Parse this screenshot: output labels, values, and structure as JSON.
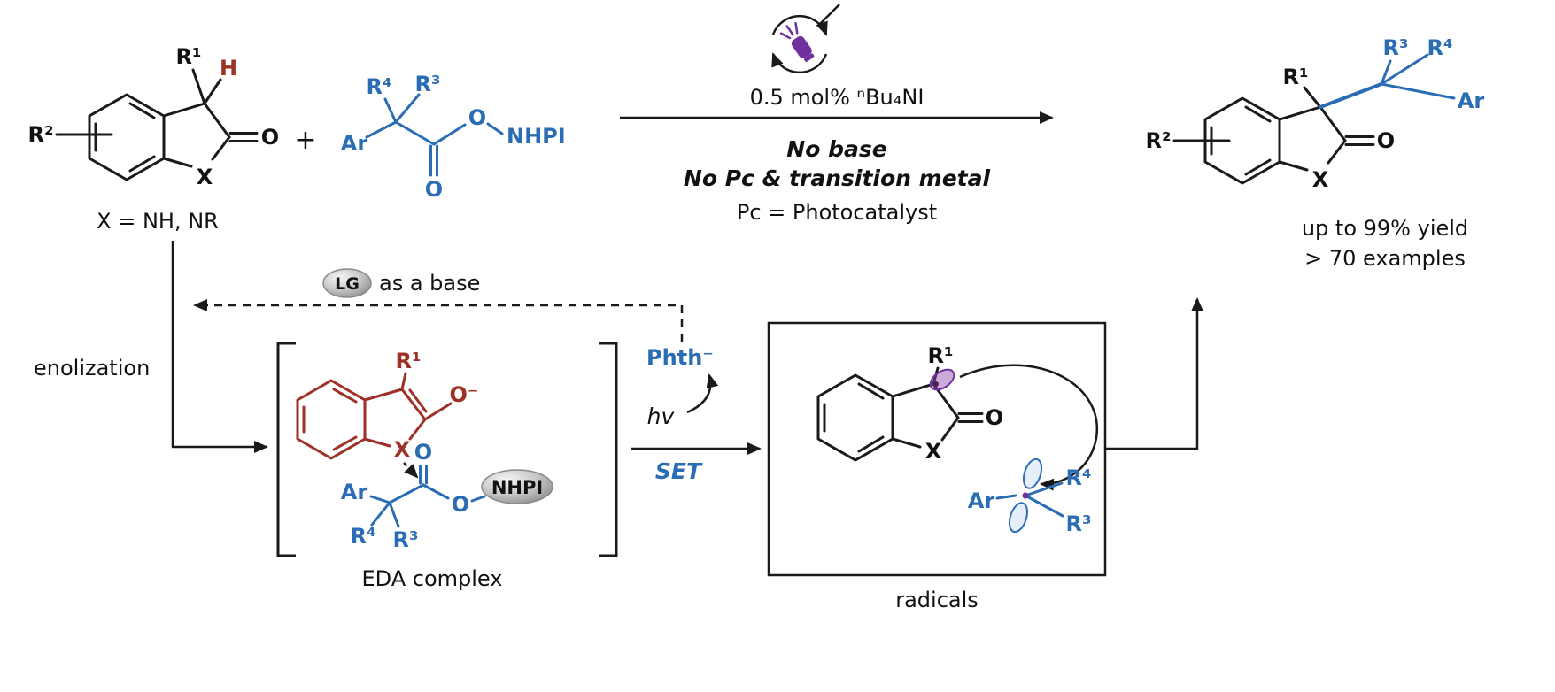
{
  "colors": {
    "blue": "#2b6db4",
    "dark_red": "#9e3126",
    "purple": "#7030a0",
    "black": "#1a1a1a",
    "ball_gray": "#b5b5b5"
  },
  "reactant1": {
    "r1": "R¹",
    "h": "H",
    "r2": "R²",
    "x": "X",
    "o": "O",
    "caption": "X = NH, NR"
  },
  "plus": "+",
  "reactant2": {
    "r4": "R⁴",
    "r3": "R³",
    "ar": "Ar",
    "carbonyl_o": "O",
    "ester_o": "O",
    "nhpi": "NHPI"
  },
  "conditions": {
    "catalyst": "0.5 mol% ⁿBu₄NI",
    "no_base": "No base",
    "no_pc": "No Pc & transition metal",
    "pc_note": "Pc = Photocatalyst"
  },
  "product": {
    "r1": "R¹",
    "r2": "R²",
    "r3": "R³",
    "r4": "R⁴",
    "ar": "Ar",
    "x": "X",
    "o": "O",
    "yield": "up to 99% yield",
    "examples": "> 70 examples"
  },
  "mechanism": {
    "enolization": "enolization",
    "lg": "LG",
    "lg_caption": "as a base",
    "eda": {
      "r1": "R¹",
      "o_minus": "O⁻",
      "x": "X",
      "ar": "Ar",
      "r4": "R⁴",
      "r3": "R³",
      "carbonyl_o": "O",
      "ester_o": "O",
      "nhpi": "NHPI",
      "label": "EDA complex"
    },
    "phth": "Phth⁻",
    "hv": "hv",
    "set": "SET",
    "radicals": {
      "r1": "R¹",
      "x": "X",
      "o": "O",
      "ar": "Ar",
      "r4": "R⁴",
      "r3": "R³",
      "label": "radicals"
    }
  }
}
